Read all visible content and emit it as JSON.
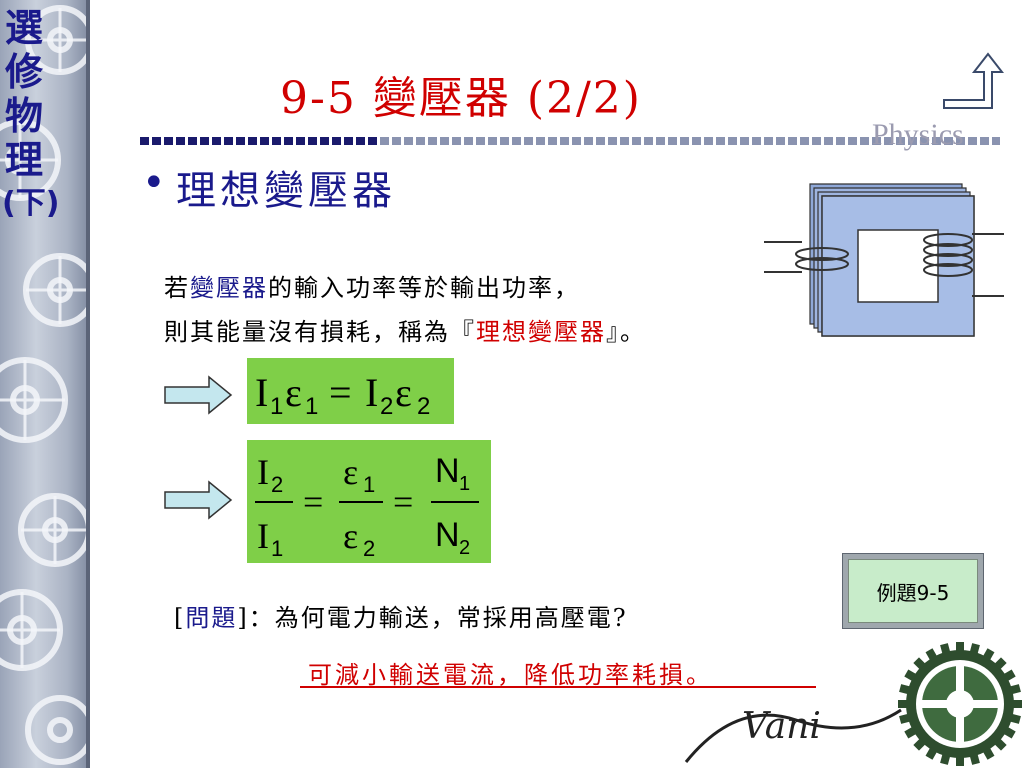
{
  "sidebar": {
    "title_chars": [
      "選",
      "修",
      "物",
      "理",
      "(下)"
    ]
  },
  "header": {
    "title": "9-5 變壓器 (2/2)",
    "watermark": "Physics"
  },
  "section": {
    "bullet": "•",
    "heading": "理想變壓器"
  },
  "paragraph": {
    "line1_prefix": "若",
    "line1_term": "變壓器",
    "line1_suffix": "的輸入功率等於輸出功率，",
    "line2_prefix": "則其能量沒有損耗，稱為『",
    "line2_term": "理想變壓器",
    "line2_suffix": "』。"
  },
  "formulas": {
    "eq1": {
      "I1": "I",
      "s1": "1",
      "e1": "ε",
      "t1": "1",
      "eq": "=",
      "I2": "I",
      "s2": "2",
      "e2": "ε",
      "t2": "2"
    },
    "eq2": {
      "n1": "I",
      "n1s": "2",
      "d1": "I",
      "d1s": "1",
      "n2": "ε",
      "n2s": "1",
      "d2": "ε",
      "d2s": "2",
      "n3": "N",
      "n3s": "1",
      "d3": "N",
      "d3s": "2",
      "eq": "="
    }
  },
  "example_button": {
    "label": "例題9-5"
  },
  "question": {
    "open": "[",
    "label": "問題",
    "close": "]",
    "text": "：為何電力輸送，常採用高壓電?"
  },
  "answer": {
    "text": "可減小輸送電流，降低功率耗損。"
  },
  "signature": {
    "text": "Vani"
  },
  "colors": {
    "title_red": "#d00000",
    "navy": "#1a1a8c",
    "formula_green": "#7fcf48",
    "button_green": "#c8ecca"
  },
  "icons": {
    "nav": "return-arrow-icon",
    "pointer": "right-arrow-icon",
    "gear": "gear-icon"
  }
}
